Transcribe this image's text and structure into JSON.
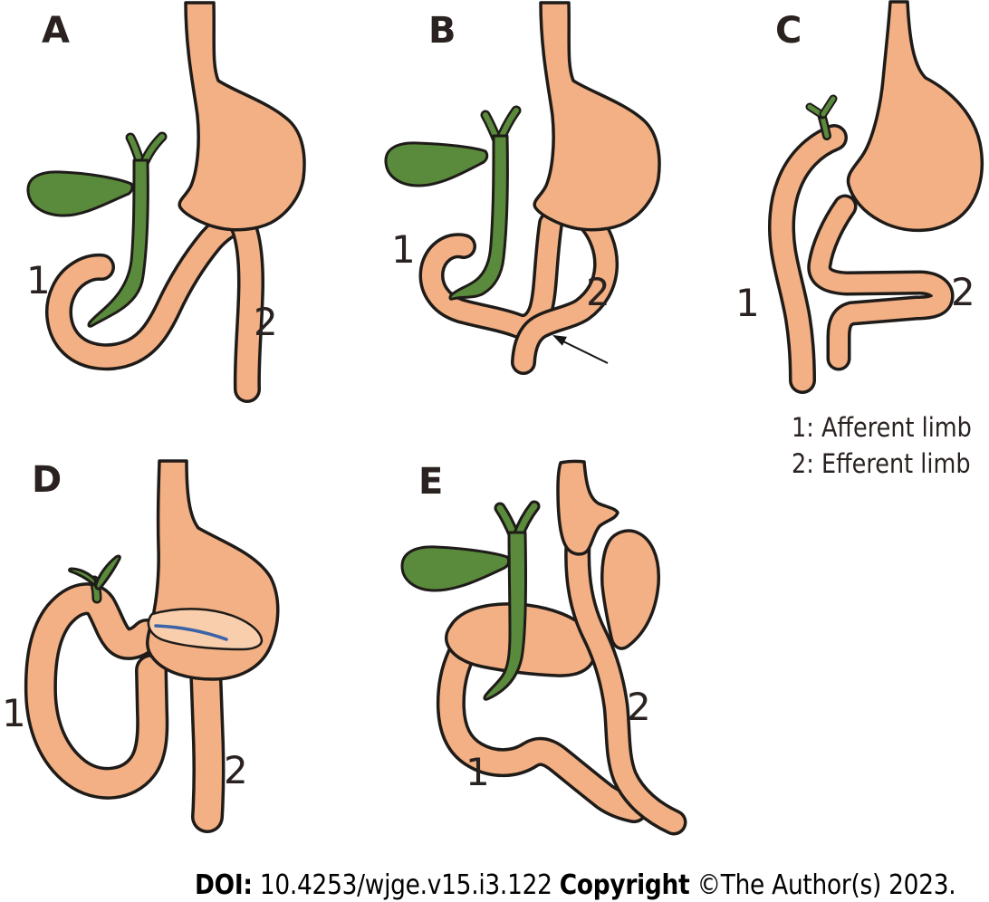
{
  "figure": {
    "panels": [
      {
        "id": "A",
        "label": "A",
        "marker1": "1",
        "marker2": "2"
      },
      {
        "id": "B",
        "label": "B",
        "marker1": "1",
        "marker2": "2"
      },
      {
        "id": "C",
        "label": "C",
        "marker1": "1",
        "marker2": "2"
      },
      {
        "id": "D",
        "label": "D",
        "marker1": "1",
        "marker2": "2"
      },
      {
        "id": "E",
        "label": "E",
        "marker1": "1",
        "marker2": "2"
      }
    ],
    "legend": {
      "line1": "1: Afferent limb",
      "line2": "2: Efferent limb"
    },
    "footer": {
      "doi_label": "DOI:",
      "doi_value": "10.4253/wjge.v15.i3.122",
      "copyright_label": "Copyright",
      "copyright_value": "©The Author(s) 2023."
    },
    "colors": {
      "organ": "#F2B084",
      "organ_light": "#F8CEAC",
      "bile": "#5A8A3B",
      "outline": "#1e1b19",
      "duct_blue": "#3C63A8",
      "text": "#2a2220"
    }
  }
}
